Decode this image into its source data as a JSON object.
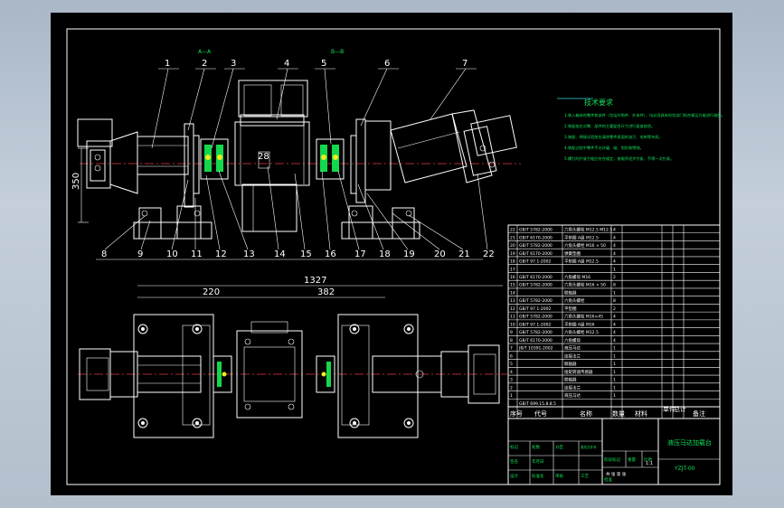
{
  "drawing": {
    "part_numbers_top": [
      "1",
      "2",
      "3",
      "4",
      "5",
      "6",
      "7"
    ],
    "part_numbers_bottom": [
      "8",
      "9",
      "10",
      "11",
      "12",
      "13",
      "14",
      "15",
      "16",
      "17",
      "18",
      "19",
      "20",
      "21",
      "22"
    ],
    "section_marks": [
      "A—A",
      "B—B"
    ],
    "dim_height": "350",
    "dim_total": "1327",
    "dim_left": "220",
    "dim_mid": "382"
  },
  "tech_requirements": {
    "title": "技术要求",
    "lines": [
      "1.装入箱体的零件和部件（包括外购件、外协件），均必须具有检验部门的合格证方能进行装配。",
      "2.装配前应对零、部件的主要配合尺寸进行复查校验。",
      "3.装配、焊接试验前应清除零件表面的油污、毛刺等杂质。",
      "4.装配过程中零件不允许磕、碰、划伤和锈蚀。",
      "5.螺钉的拧紧力矩应符合规定，按顺序逐步拧紧，不得一次拧紧。"
    ]
  },
  "bom": {
    "rows": [
      [
        "22",
        "GB/T 5782-2000",
        "六角头螺栓 M12.5 M12.5",
        "4",
        ""
      ],
      [
        "21",
        "GB/T 6170-2000",
        "平垫圈 A级 M12.5",
        "4",
        ""
      ],
      [
        "20",
        "GB/T 5782-2000",
        "六角头螺栓 M16 × 50",
        "4",
        ""
      ],
      [
        "19",
        "GB/T 6170-2000",
        "弹簧垫圈",
        "4",
        ""
      ],
      [
        "18",
        "GB/T 97.1-2002",
        "平垫圈 A级 M12.5",
        "4",
        ""
      ],
      [
        "17",
        "",
        "",
        "1",
        ""
      ],
      [
        "16",
        "GB/T 6170-2000",
        "六角螺母 M16",
        "2",
        ""
      ],
      [
        "15",
        "GB/T 5782-2000",
        "六角头螺栓 M16 × 50",
        "8",
        ""
      ],
      [
        "14",
        "",
        "联轴器",
        "1",
        ""
      ],
      [
        "13",
        "GB/T 5782-2000",
        "六角头螺栓",
        "8",
        ""
      ],
      [
        "12",
        "GB/T 97.1-2002",
        "平垫圈",
        "2",
        ""
      ],
      [
        "11",
        "GB/T 5782-2000",
        "六角头螺栓 M16×45",
        "4",
        ""
      ],
      [
        "10",
        "GB/T 97.1-2002",
        "平垫圈 A级 M16",
        "4",
        ""
      ],
      [
        "9",
        "GB/T 5782-2000",
        "六角头螺栓 M12.5",
        "4",
        ""
      ],
      [
        "8",
        "GB/T 6170-2000",
        "六角螺母",
        "4",
        ""
      ],
      [
        "7",
        "JB/T 10391-2002",
        "液压马达",
        "1",
        ""
      ],
      [
        "6",
        "",
        "连接法兰",
        "1",
        ""
      ],
      [
        "5",
        "",
        "联轴器",
        "1",
        ""
      ],
      [
        "4",
        "",
        "扭矩转速传感器",
        "1",
        ""
      ],
      [
        "3",
        "",
        "联轴器",
        "1",
        ""
      ],
      [
        "2",
        "",
        "连接法兰",
        "1",
        ""
      ],
      [
        "1",
        "",
        "液压马达",
        "1",
        ""
      ],
      [
        "",
        "GB/T 699.15.8.8.5",
        "",
        "",
        ""
      ]
    ],
    "header": {
      "no": "序号",
      "code": "代号",
      "name": "名称",
      "qty": "数量",
      "material": "材料",
      "weight_single": "单件",
      "weight_total": "总计",
      "remark": "备注"
    },
    "title_main": "液压马达加载台",
    "drawing_no": "YZJT-00",
    "scale": "1:1",
    "sheet_info": "共 张 第 张",
    "labels": [
      "标记",
      "处数",
      "分区",
      "更改文件号",
      "签名",
      "年月日",
      "设计",
      "标准化",
      "阶段标记",
      "重量",
      "比例",
      "审核",
      "工艺",
      "批准"
    ]
  }
}
